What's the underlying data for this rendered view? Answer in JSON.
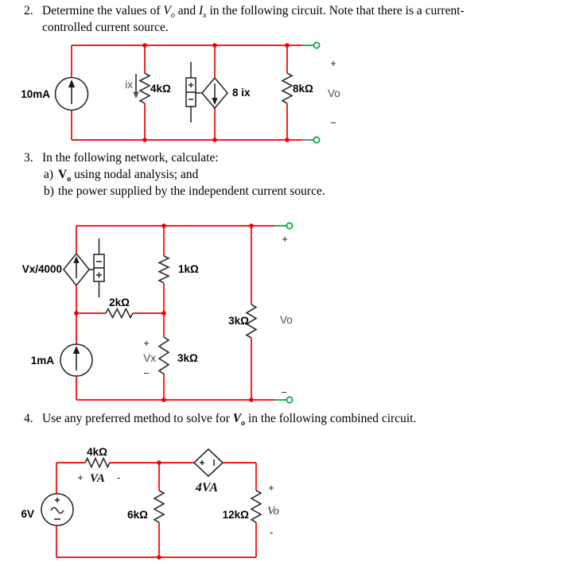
{
  "p2": {
    "num": "2.",
    "seg1": "Determine the values of ",
    "v1": "V",
    "v1s": "o",
    "seg2": " and ",
    "v2": "I",
    "v2s": "x",
    "seg3": " in the following circuit. Note that there is a current-",
    "line2": "controlled current source."
  },
  "p3": {
    "num": "3.",
    "intro": "In the following network, calculate:",
    "a_num": "a)",
    "a_v": "V",
    "a_vs": "o",
    "a_rest": " using nodal analysis; and",
    "b_num": "b)",
    "b_text": "the power supplied by the independent current source."
  },
  "p4": {
    "num": "4.",
    "seg1": "Use any preferred method to solve for ",
    "v": "V",
    "vs": "o",
    "seg2": " in the following combined circuit."
  },
  "c2": {
    "src": "10mA",
    "ix": "ix",
    "r1": "4kΩ",
    "dep": "8 ix",
    "r2": "8kΩ",
    "plus": "+",
    "vo": "Vo",
    "minus": "−"
  },
  "c3": {
    "dep": "Vx/4000",
    "r1": "1kΩ",
    "r2": "2kΩ",
    "r3": "3kΩ",
    "r4": "3kΩ",
    "src": "1mA",
    "vx_plus": "+",
    "vx": "Vx",
    "vx_minus": "−",
    "vo": "Vo",
    "term_plus": "+",
    "term_minus": "−"
  },
  "c4": {
    "r1": "4kΩ",
    "va_plus": "+",
    "va": "VA",
    "va_minus": "-",
    "src": "6V",
    "r2": "6kΩ",
    "dep": "4VA",
    "r3": "12kΩ",
    "vo_plus": "+",
    "vo": "Vo",
    "vo_minus": "-"
  },
  "colors": {
    "wire_red": "#f20000",
    "terminal_green": "#00a33c",
    "component_black": "#2b2b2b",
    "gray_label": "#4d4d4d"
  }
}
